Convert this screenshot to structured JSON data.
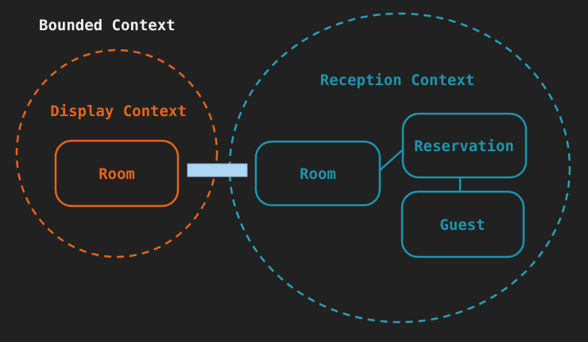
{
  "title": "Bounded Context",
  "colors": {
    "background": "#212121",
    "title": "#f2f2f2",
    "orange": "#e8641c",
    "teal": "#1d95ad",
    "teal_circle": "#29a1b8",
    "connector_fill": "#aed7f4",
    "connector_edge": "#8fb8d8"
  },
  "display_context": {
    "label": "Display Context",
    "room_label": "Room"
  },
  "reception_context": {
    "label": "Reception Context",
    "room_label": "Room",
    "reservation_label": "Reservation",
    "guest_label": "Guest"
  }
}
